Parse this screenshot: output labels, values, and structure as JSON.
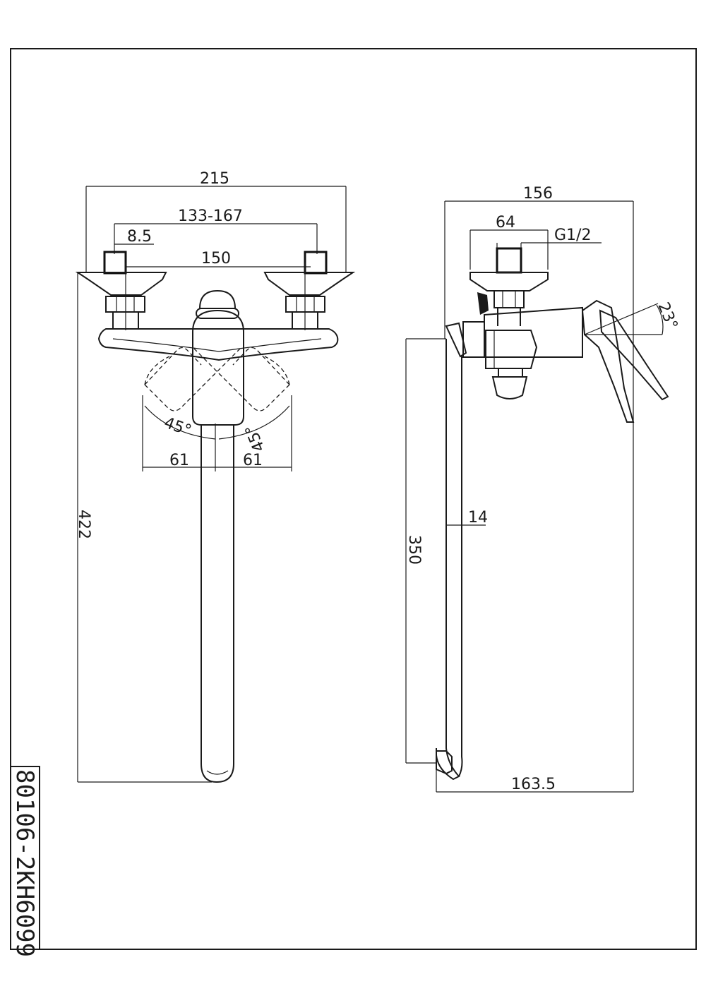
{
  "drawing": {
    "model_code": "80106-2KH6099"
  },
  "front_view": {
    "dimensions": {
      "overall_width": "215",
      "inlet_range": "133-167",
      "pipe_size": "8.5",
      "center_distance": "150",
      "angle_left": "45°",
      "angle_right": "45°",
      "half_width_left": "61",
      "half_width_right": "61",
      "height": "422"
    }
  },
  "side_view": {
    "dimensions": {
      "overall_depth": "156",
      "eccentric_width": "64",
      "thread": "G1/2",
      "lever_angle": "23°",
      "spout_height": "350",
      "spout_diameter": "14",
      "spout_reach": "163.5"
    }
  }
}
